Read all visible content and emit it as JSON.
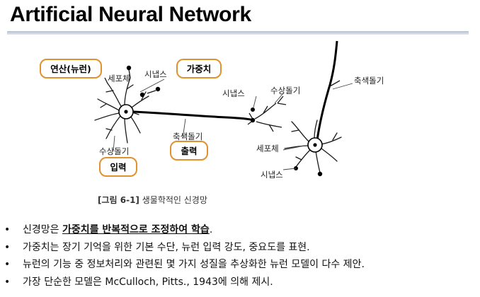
{
  "title": "Artificial Neural Network",
  "diagram": {
    "boxes": {
      "compute": "연산(뉴런)",
      "weight": "가중치",
      "output": "출력",
      "input": "입력"
    },
    "labels": {
      "cell_body_left": "세포체",
      "synapse_left": "시냅스",
      "dendrite_left": "수상돌기",
      "axon_mid": "축색돌기",
      "synapse_mid": "시냅스",
      "dendrite_right": "수상돌기",
      "axon_right": "축색돌기",
      "cell_body_right": "세포체",
      "synapse_right": "시냅스"
    }
  },
  "caption": {
    "number": "[그림 6-1]",
    "text": " 생물학적인 신경망"
  },
  "bullets": [
    {
      "pre": "신경망은 ",
      "hl": "가중치를 반복적으로 조정하여 학습",
      "post": "."
    },
    {
      "pre": "가중치는 장기 기억을 위한 기본 수단, 뉴런 입력 강도, 중요도를 표현.",
      "hl": "",
      "post": ""
    },
    {
      "pre": "뉴런의 기능 중 정보처리와 관련된 몇 가지 성질을 추상화한 뉴런 모델이 다수 제안.",
      "hl": "",
      "post": ""
    },
    {
      "pre": "가장 단순한 모델은 McCulloch, Pitts., 1943에 의해 제시.",
      "hl": "",
      "post": ""
    }
  ]
}
